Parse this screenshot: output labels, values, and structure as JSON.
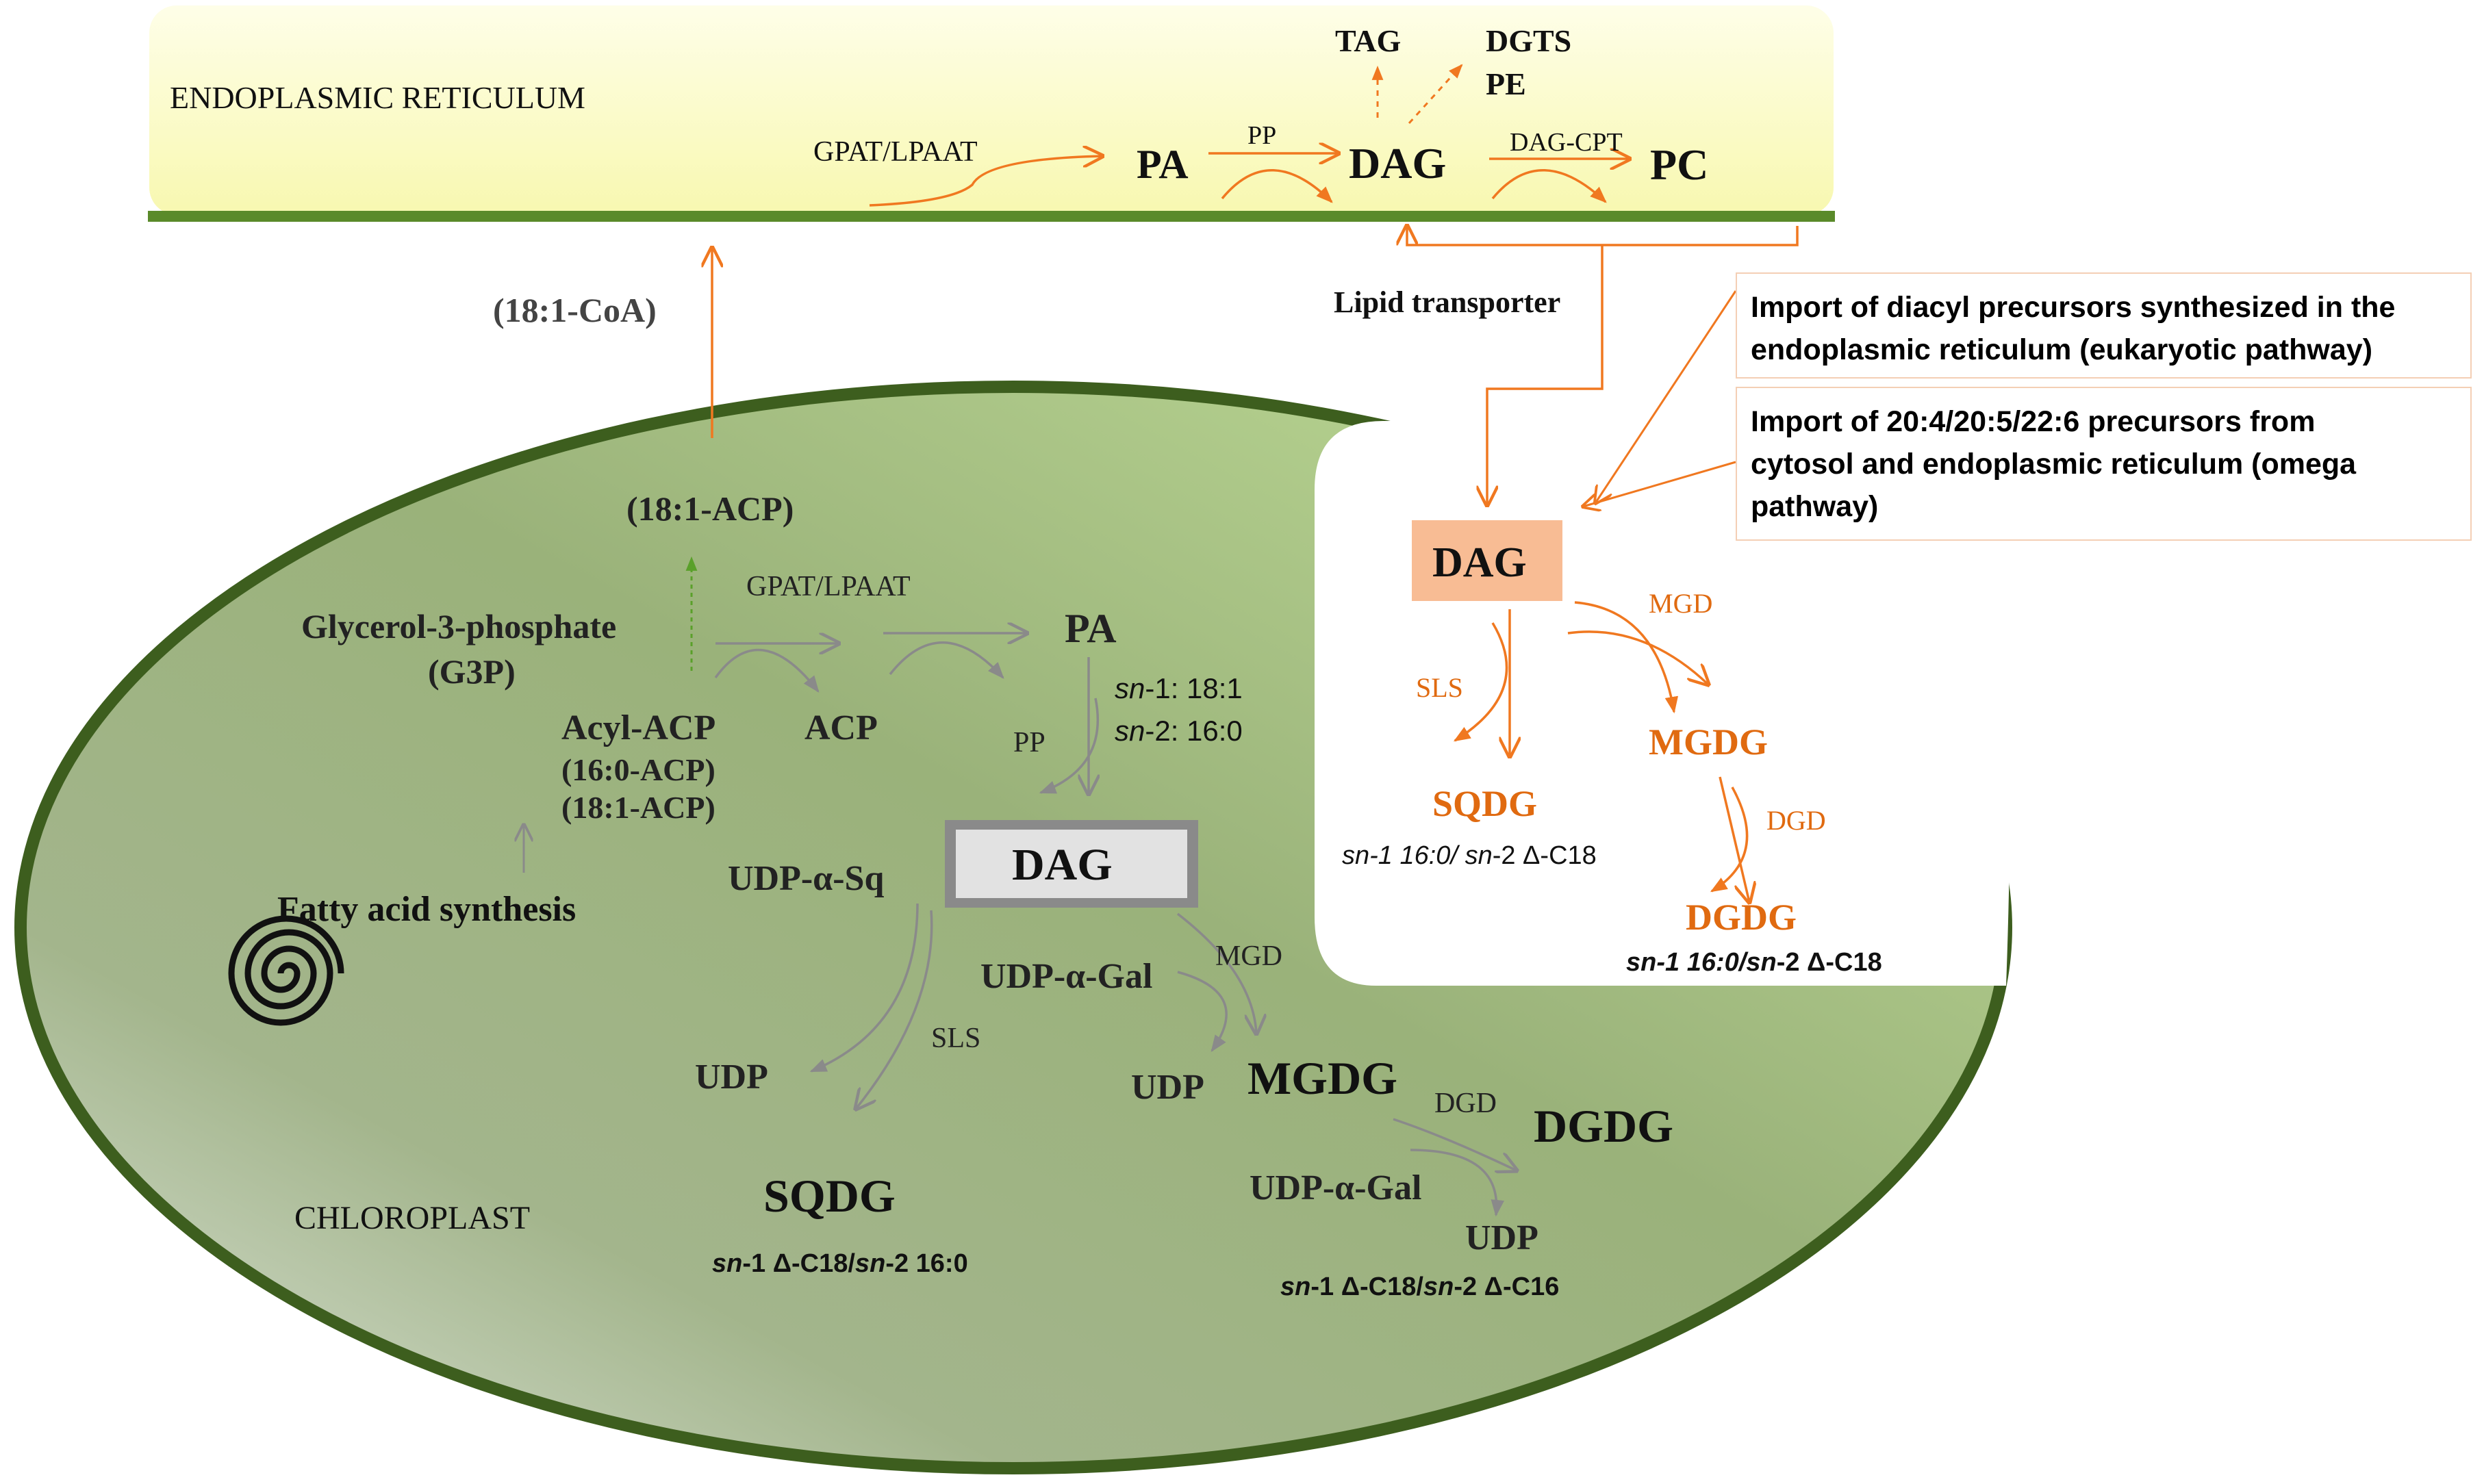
{
  "colors": {
    "er_fill": "#fcfcc4",
    "membrane": "#5a8a2a",
    "chloroplast_outline": "#3d5e1e",
    "chloroplast_fill_light": "#c4dba8",
    "chloroplast_fill_mid": "#9bb57c",
    "orange": "#f07820",
    "orange_text": "#e06a10",
    "grey_arrow": "#8a8a8a",
    "dag_box_orange": "#f8bc94"
  },
  "er": {
    "title": "ENDOPLASMIC  RETICULUM",
    "gpat": "GPAT/LPAAT",
    "pa": "PA",
    "pp": "PP",
    "dag": "DAG",
    "dagcpt": "DAG-CPT",
    "pc": "PC",
    "tag": "TAG",
    "dgts": "DGTS",
    "pe": "PE"
  },
  "transport": {
    "coa": "(18:1-CoA)",
    "lipid_transporter": "Lipid transporter"
  },
  "notes": {
    "eukaryotic": [
      "Import of diacyl precursors synthesized in the",
      "endoplasmic reticulum (eukaryotic pathway)"
    ],
    "omega": [
      "Import of 20:4/20:5/22:6  precursors from",
      "cytosol and endoplasmic reticulum (omega",
      "pathway)"
    ]
  },
  "chloroplast": {
    "label": "CHLOROPLAST",
    "acp181": "(18:1-ACP)",
    "g3p_1": "Glycerol-3-phosphate",
    "g3p_2": "(G3P)",
    "gpat": "GPAT/LPAAT",
    "pa": "PA",
    "acylacp": "Acyl-ACP",
    "acp160": "(16:0-ACP)",
    "acp181b": "(18:1-ACP)",
    "acp": "ACP",
    "pp": "PP",
    "sn1": "sn",
    "sn1_rest": "-1: 18:1",
    "sn2": "sn",
    "sn2_rest": "-2: 16:0",
    "fatty_acid": "Fatty acid synthesis",
    "dag": "DAG",
    "udpsq": "UDP-α-Sq",
    "udpgal": "UDP-α-Gal",
    "mgd": "MGD",
    "sls": "SLS",
    "udp1": "UDP",
    "udp2": "UDP",
    "mgdg": "MGDG",
    "dgd": "DGD",
    "dgdg": "DGDG",
    "udpgal2": "UDP-α-Gal",
    "udp3": "UDP",
    "sqdg": "SQDG",
    "sqdg_comp": [
      "sn",
      "-1 Δ-C18/",
      "sn",
      "-2 16:0"
    ],
    "dgdg_comp": [
      "sn",
      "-1 Δ-C18/",
      "sn",
      "-2 Δ-C16"
    ]
  },
  "euk": {
    "dag": "DAG",
    "mgd": "MGD",
    "sls": "SLS",
    "mgdg": "MGDG",
    "sqdg": "SQDG",
    "sqdg_comp": [
      "sn",
      "-1 16:0/ ",
      "sn",
      "-2 Δ-C18"
    ],
    "dgd": "DGD",
    "dgdg": "DGDG",
    "dgdg_comp": [
      "sn",
      "-1 16:0/",
      "sn",
      "-2 Δ-C18"
    ]
  }
}
